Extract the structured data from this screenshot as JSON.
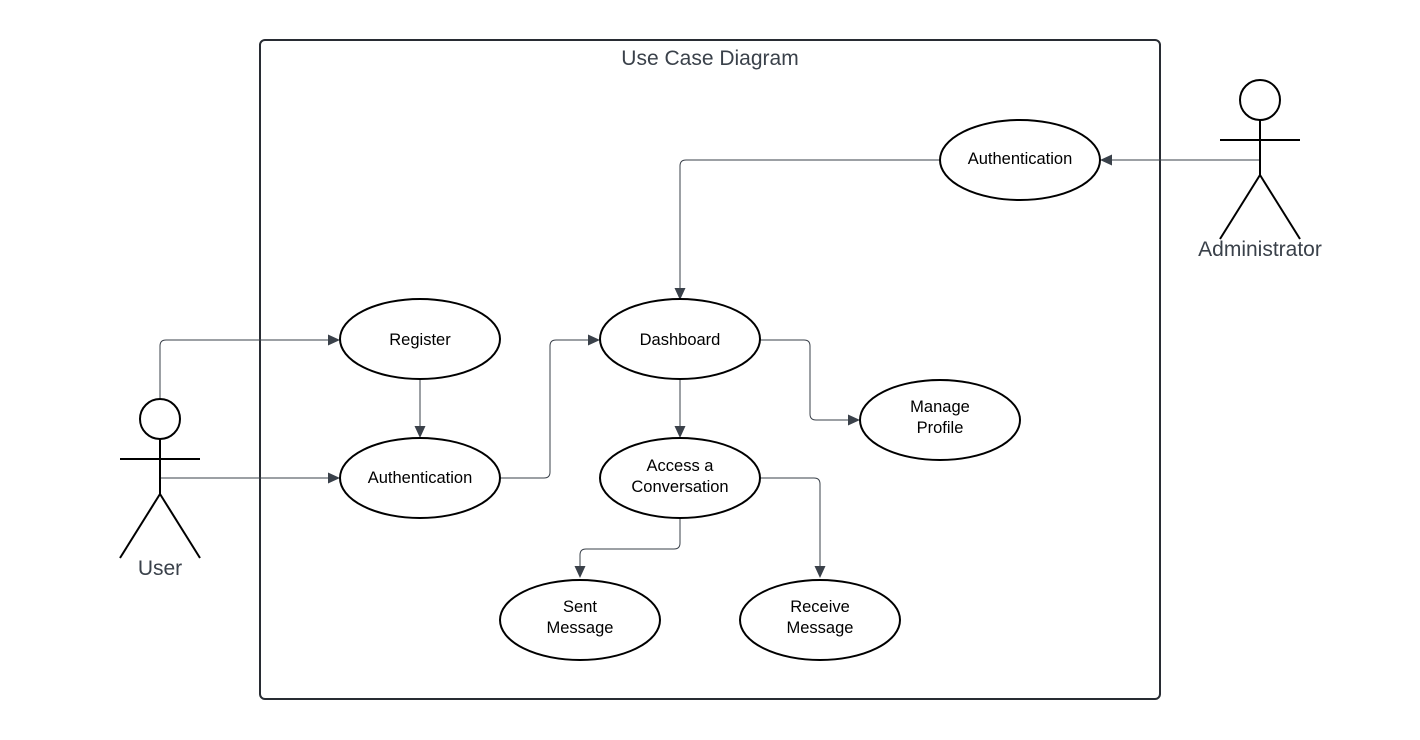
{
  "diagram": {
    "title": "Use Case Diagram",
    "actors": {
      "user": "User",
      "administrator": "Administrator"
    },
    "use_cases": {
      "register": [
        "Register"
      ],
      "authentication_user": [
        "Authentication"
      ],
      "dashboard": [
        "Dashboard"
      ],
      "authentication_admin": [
        "Authentication"
      ],
      "manage_profile": [
        "Manage",
        "Profile"
      ],
      "access_conversation": [
        "Access a",
        "Conversation"
      ],
      "sent_message": [
        "Sent",
        "Message"
      ],
      "receive_message": [
        "Receive",
        "Message"
      ]
    },
    "colors": {
      "line": "#3a414a",
      "outline": "#000000",
      "text": "#3a414a"
    }
  }
}
